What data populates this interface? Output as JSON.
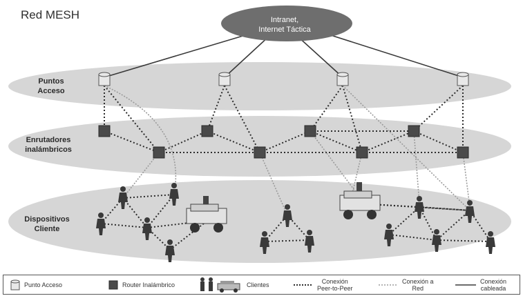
{
  "title": "Red MESH",
  "cloud": {
    "line1": "Intranet,",
    "line2": "Internet Táctica"
  },
  "layers": {
    "access": {
      "line1": "Puntos",
      "line2": "Acceso"
    },
    "routers": {
      "line1": "Enrutadores",
      "line2": "inalámbricos"
    },
    "clients": {
      "line1": "Dispositivos",
      "line2": "Cliente"
    }
  },
  "legend": {
    "access_point": "Punto Acceso",
    "router": "Router Inalámbrico",
    "clients": "Clientes",
    "p2p_line1": "Conexión",
    "p2p_line2": "Peer-to-Peer",
    "net_line1": "Conexión a",
    "net_line2": "Red",
    "wired_line1": "Conexión",
    "wired_line2": "cableada"
  },
  "colors": {
    "layer_fill": "#d6d6d6",
    "cloud_fill": "#6e6e6e",
    "router_fill": "#4a4a4a",
    "access_fill": "#e8e8e8",
    "line_dark": "#2b2b2b",
    "line_light": "#9a9a9a"
  }
}
